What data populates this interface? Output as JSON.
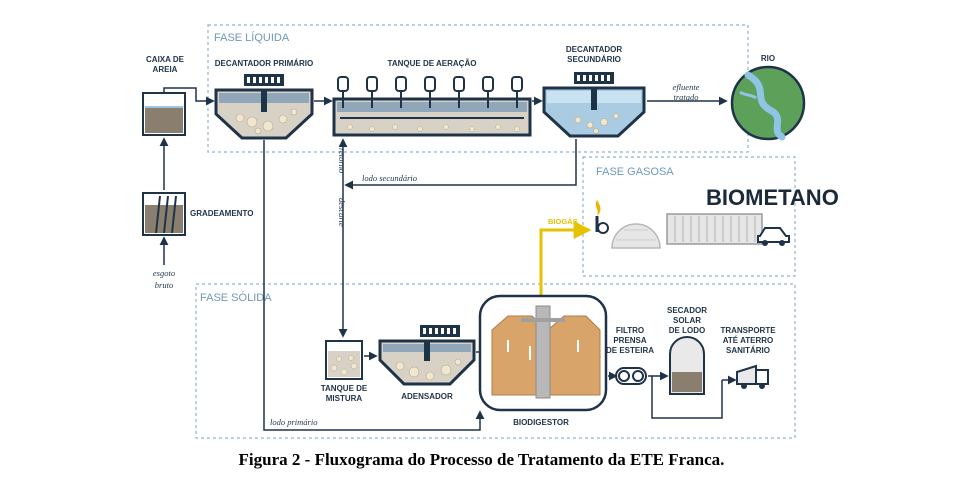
{
  "phases": {
    "liquid": "FASE LÍQUIDA",
    "gas": "FASE GASOSA",
    "solid": "FASE SÓLIDA"
  },
  "units": {
    "caixa_de_areia": [
      "CAIXA DE",
      "AREIA"
    ],
    "gradeamento": "GRADEAMENTO",
    "decantador_primario": "DECANTADOR PRIMÁRIO",
    "tanque_de_aeracao": "TANQUE DE AERAÇÃO",
    "decantador_secundario": [
      "DECANTADOR",
      "SECUNDÁRIO"
    ],
    "rio": "RIO",
    "biometano": "BIOMETANO",
    "biogas": "BIOGÁS",
    "tanque_de_mistura": [
      "TANQUE DE",
      "MISTURA"
    ],
    "adensador": "ADENSADOR",
    "biodigestor": "BIODIGESTOR",
    "filtro_prensa": [
      "FILTRO",
      "PRENSA",
      "DE ESTEIRA"
    ],
    "secador_solar": [
      "SECADOR",
      "SOLAR",
      "DE LODO"
    ],
    "transporte": [
      "TRANSPORTE",
      "ATÉ ATERRO",
      "SANITÁRIO"
    ]
  },
  "flows": {
    "esgoto_bruto": [
      "esgoto",
      "bruto"
    ],
    "efluente_tratado": [
      "efluente",
      "tratado"
    ],
    "lodo_secundario": "lodo secundário",
    "retorno": "retorno",
    "descarte": "descarte",
    "lodo_primario": "lodo primário"
  },
  "caption": "Figura 2 - Fluxograma do Processo de Tratamento da ETE Franca.",
  "colors": {
    "navy": "#1f3348",
    "phase_border": "#8fb3cc",
    "biogas_line": "#e6c200",
    "digester": "#d9a46a"
  }
}
